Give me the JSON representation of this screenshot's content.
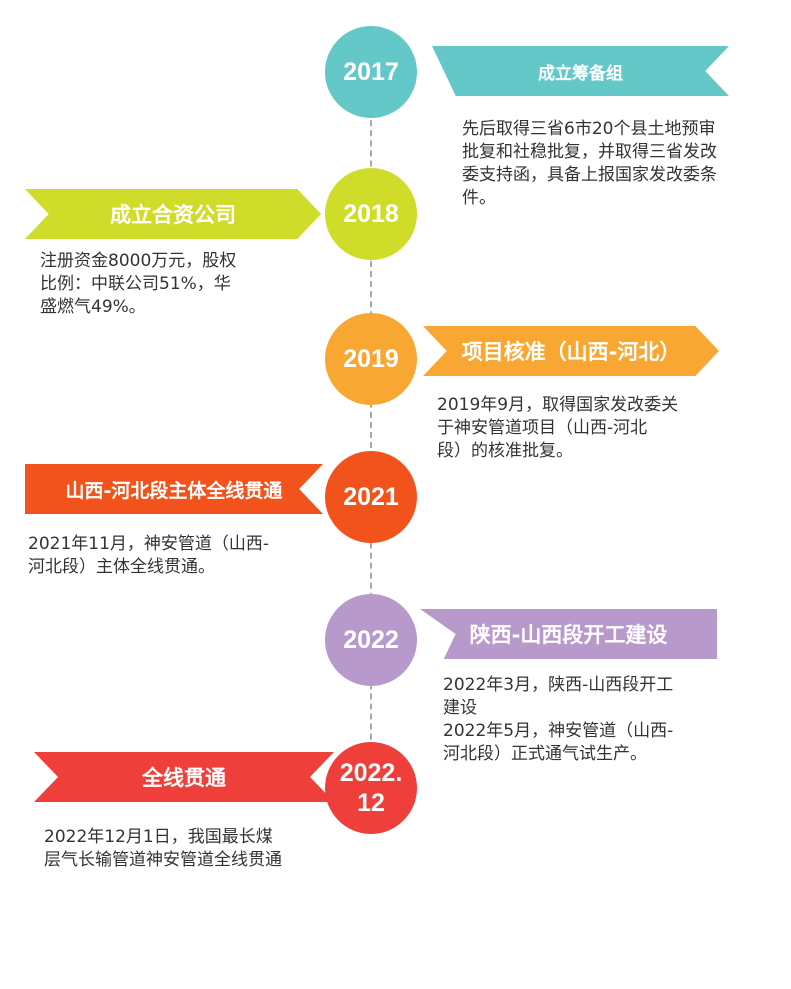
{
  "colors": {
    "teal": "#63c8c7",
    "lime": "#cfdc2a",
    "orange": "#f8a733",
    "red_orange": "#f2531d",
    "purple": "#b899cc",
    "red": "#ee3f3a"
  },
  "events": [
    {
      "year": "2017",
      "title": "成立筹备组",
      "desc": [
        "先后取得三省6市20个县土地预审",
        "批复和社稳批复，并取得三省发改",
        "委支持函，具备上报国家发改委条",
        "件。"
      ]
    },
    {
      "year": "2018",
      "title": "成立合资公司",
      "desc": [
        "注册资金8000万元，股权",
        "比例：中联公司51%，华",
        "盛燃气49%。"
      ]
    },
    {
      "year": "2019",
      "title": "项目核准（山西-河北）",
      "desc": [
        "2019年9月，取得国家发改委关",
        "于神安管道项目（山西-河北",
        "段）的核准批复。"
      ]
    },
    {
      "year": "2021",
      "title": "山西-河北段主体全线贯通",
      "desc": [
        "2021年11月，神安管道（山西-",
        "河北段）主体全线贯通。"
      ]
    },
    {
      "year": "2022",
      "title": "陕西-山西段开工建设",
      "desc": [
        "2022年3月，陕西-山西段开工",
        "建设",
        "2022年5月，神安管道（山西-",
        "河北段）正式通气试生产。"
      ]
    },
    {
      "year": "2022.\n12",
      "title": "全线贯通",
      "desc": [
        "2022年12月1日，我国最长煤",
        "层气长输管道神安管道全线贯通"
      ]
    }
  ]
}
